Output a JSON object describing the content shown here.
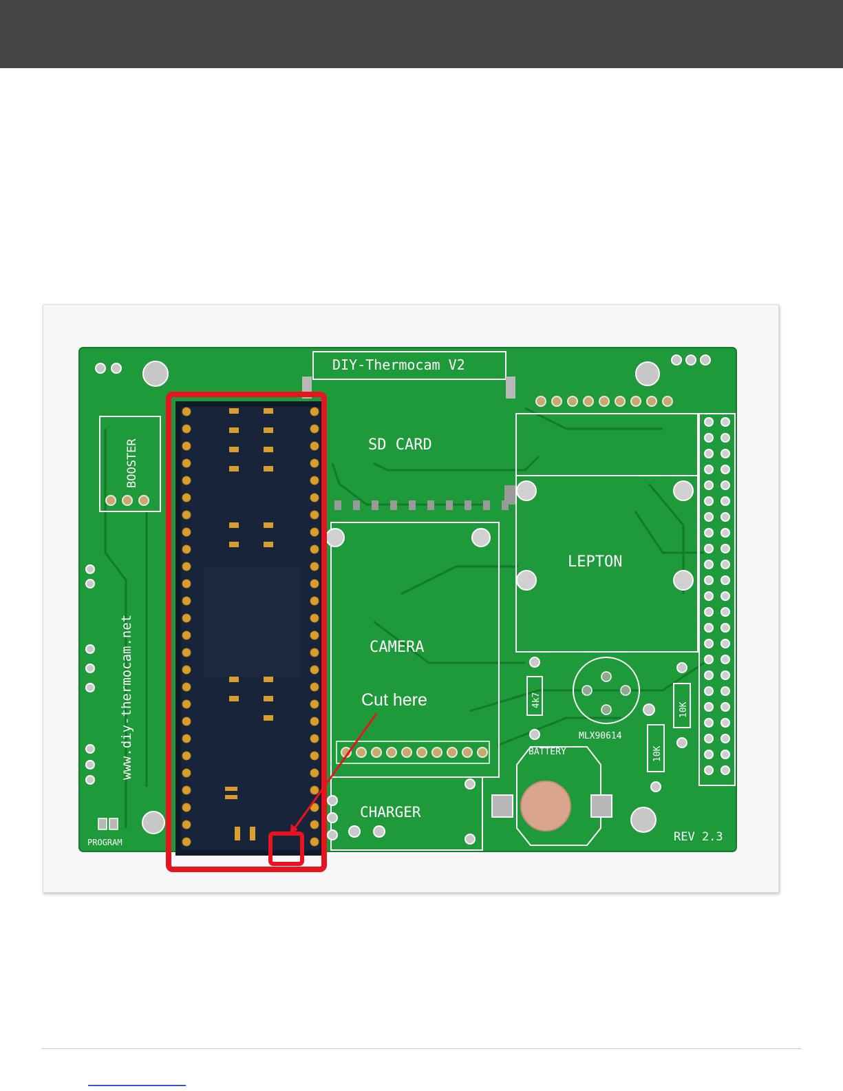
{
  "colors": {
    "header_bar": "#454545",
    "pcb_green": "#1f9a3a",
    "silkscreen": "#ffffff",
    "highlight": "#e5141e",
    "link": "#2f57d6"
  },
  "figure": {
    "board_title": "DIY-Thermocam V2",
    "labels": {
      "sd_card": "SD CARD",
      "lepton": "LEPTON",
      "camera": "CAMERA",
      "booster": "BOOSTER",
      "charger": "CHARGER",
      "battery": "BATTERY",
      "mlx": "MLX90614",
      "r_4k7": "4k7",
      "r_10k_a": "10K",
      "r_10k_b": "10K",
      "program": "PROGRAM",
      "revision": "REV 2.3",
      "website": "www.diy-thermocam.net"
    },
    "callout": "Cut here"
  }
}
